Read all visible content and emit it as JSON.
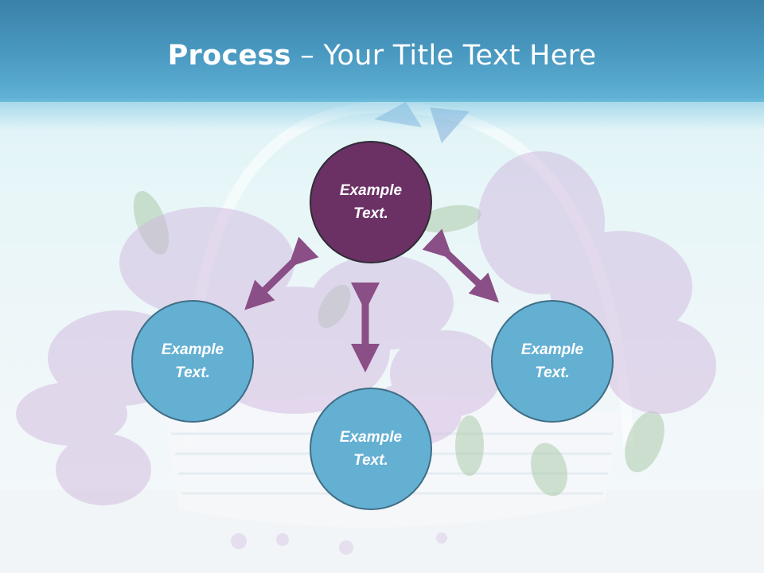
{
  "slide": {
    "title_bold": "Process",
    "title_rest": " – Your Title Text Here"
  },
  "nodes": {
    "top": {
      "line1": "Example",
      "line2": "Text."
    },
    "left": {
      "line1": "Example",
      "line2": "Text."
    },
    "right": {
      "line1": "Example",
      "line2": "Text."
    },
    "bottom": {
      "line1": "Example",
      "line2": "Text."
    }
  },
  "colors": {
    "header": "#4a9ac2",
    "top_node": "#6b3165",
    "blue_node": "#64b0d3",
    "arrow": "#8a4f86"
  }
}
